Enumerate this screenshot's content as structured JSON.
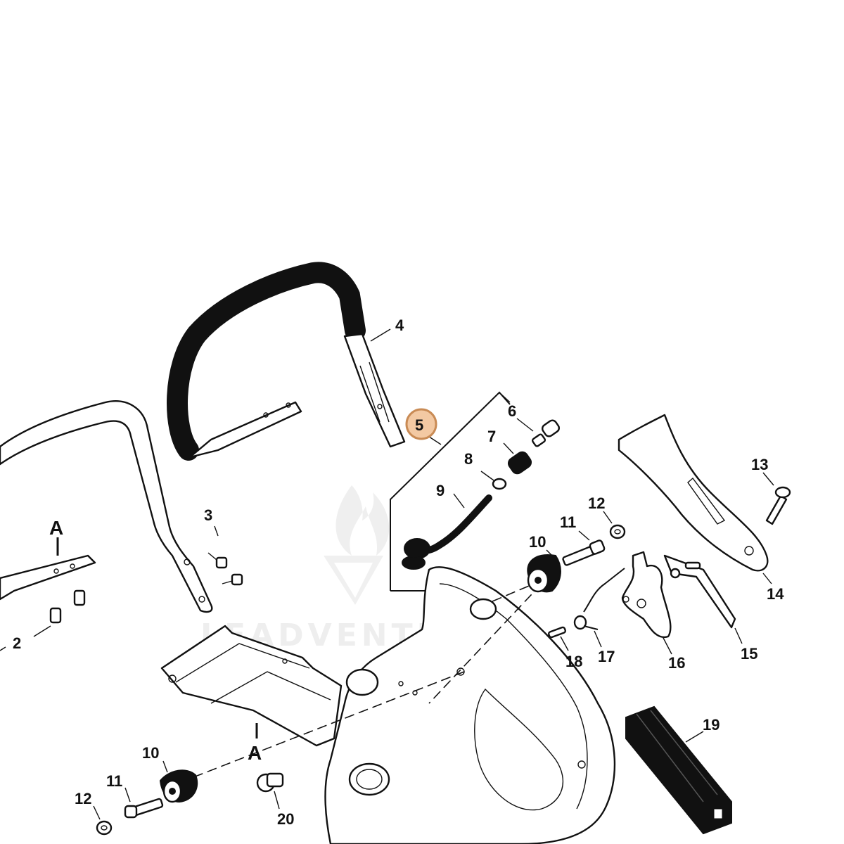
{
  "watermark": {
    "text": "LEADVENTURE"
  },
  "callouts": {
    "c2": "2",
    "c3": "3",
    "c4": "4",
    "c5": "5",
    "c6": "6",
    "c7": "7",
    "c8": "8",
    "c9": "9",
    "c10a": "10",
    "c10b": "10",
    "c11a": "11",
    "c11b": "11",
    "c12a": "12",
    "c12b": "12",
    "c13": "13",
    "c14": "14",
    "c15": "15",
    "c16": "16",
    "c17": "17",
    "c18": "18",
    "c19": "19",
    "c20": "20",
    "refA1": "A",
    "refA2": "A"
  },
  "colors": {
    "highlight_fill": "#f3c9a3",
    "highlight_stroke": "#c98b55",
    "line": "#111111"
  }
}
